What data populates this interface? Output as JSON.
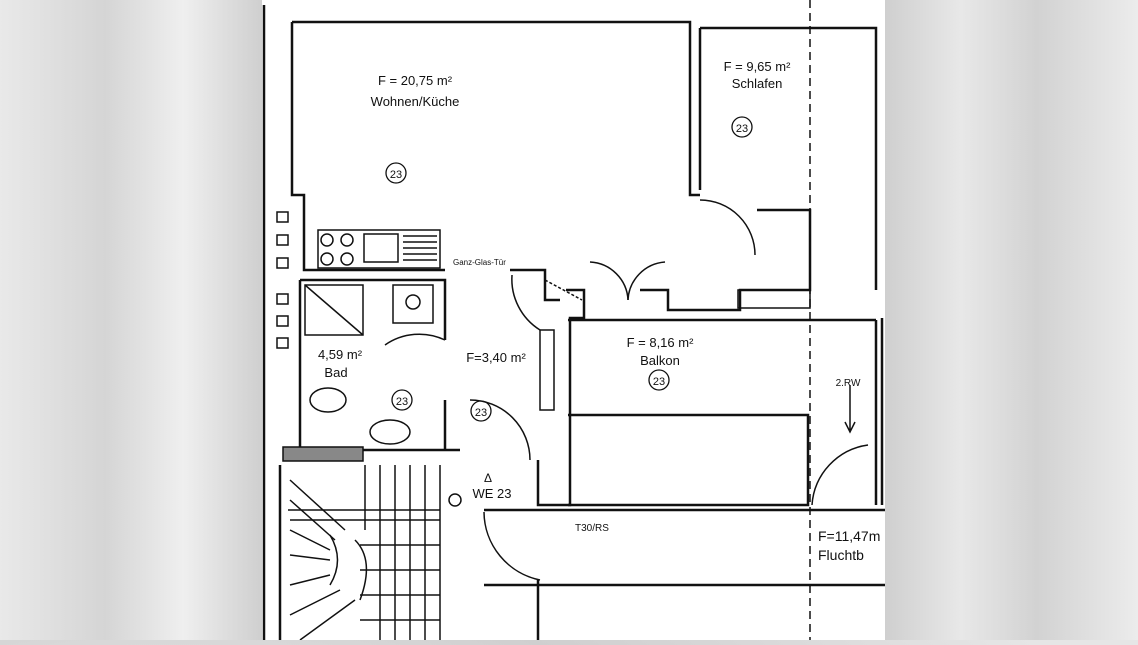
{
  "rooms": {
    "wohnen": {
      "area": "F = 20,75 m²",
      "name": "Wohnen/Küche",
      "unit": "23"
    },
    "schlafen": {
      "area": "F = 9,65 m²",
      "name": "Schlafen",
      "unit": "23"
    },
    "balkon": {
      "area": "F = 8,16 m²",
      "name": "Balkon",
      "unit": "23"
    },
    "bad": {
      "area": "4,59 m²",
      "name": "Bad",
      "unit": "23"
    },
    "flur": {
      "area": "F=3,40 m²",
      "unit": "23"
    },
    "flucht": {
      "area": "F=11,47m",
      "name": "Fluchtb"
    }
  },
  "labels": {
    "glass_door": "Ganz-Glas-Tür",
    "entry_marker": "Δ",
    "entry": "WE 23",
    "fire_door": "T30/RS",
    "escape_route": "2.RW"
  }
}
